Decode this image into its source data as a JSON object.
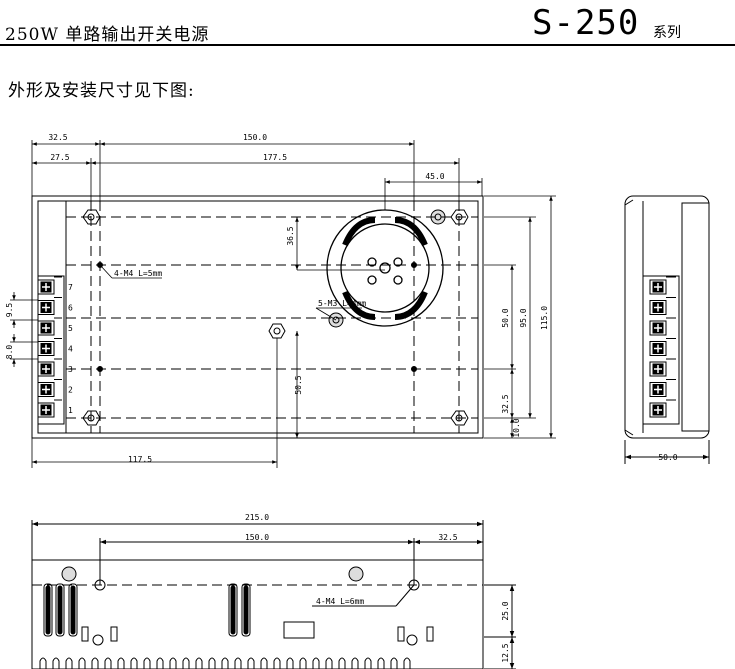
{
  "header": {
    "title": "250W 单路输出开关电源",
    "model": "S-250",
    "series": "系列"
  },
  "subtitle": "外形及安装尺寸见下图:",
  "dimensions": {
    "d32_5_top": "32.5",
    "d150_top": "150.0",
    "d27_5": "27.5",
    "d177_5": "177.5",
    "d45": "45.0",
    "d36_5": "36.5",
    "d9_5": "9.5",
    "d8": "8.0",
    "d50": "50.0",
    "d95": "95.0",
    "d115": "115.0",
    "d50_5": "50.5",
    "d32_5_right": "32.5",
    "d10": "10.0",
    "d117_5": "117.5",
    "d50_side": "50.0",
    "d215": "215.0",
    "d150_bottom": "150.0",
    "d32_5_bottom": "32.5",
    "d25": "25.0",
    "d12_5": "12.5"
  },
  "callouts": {
    "screw_top": "4-M4 L=5mm",
    "screw_mid": "5-M3 L=4mm",
    "screw_bottom": "4-M4 L=6mm"
  },
  "terminal_numbers": [
    "7",
    "6",
    "5",
    "4",
    "3",
    "2",
    "1"
  ]
}
